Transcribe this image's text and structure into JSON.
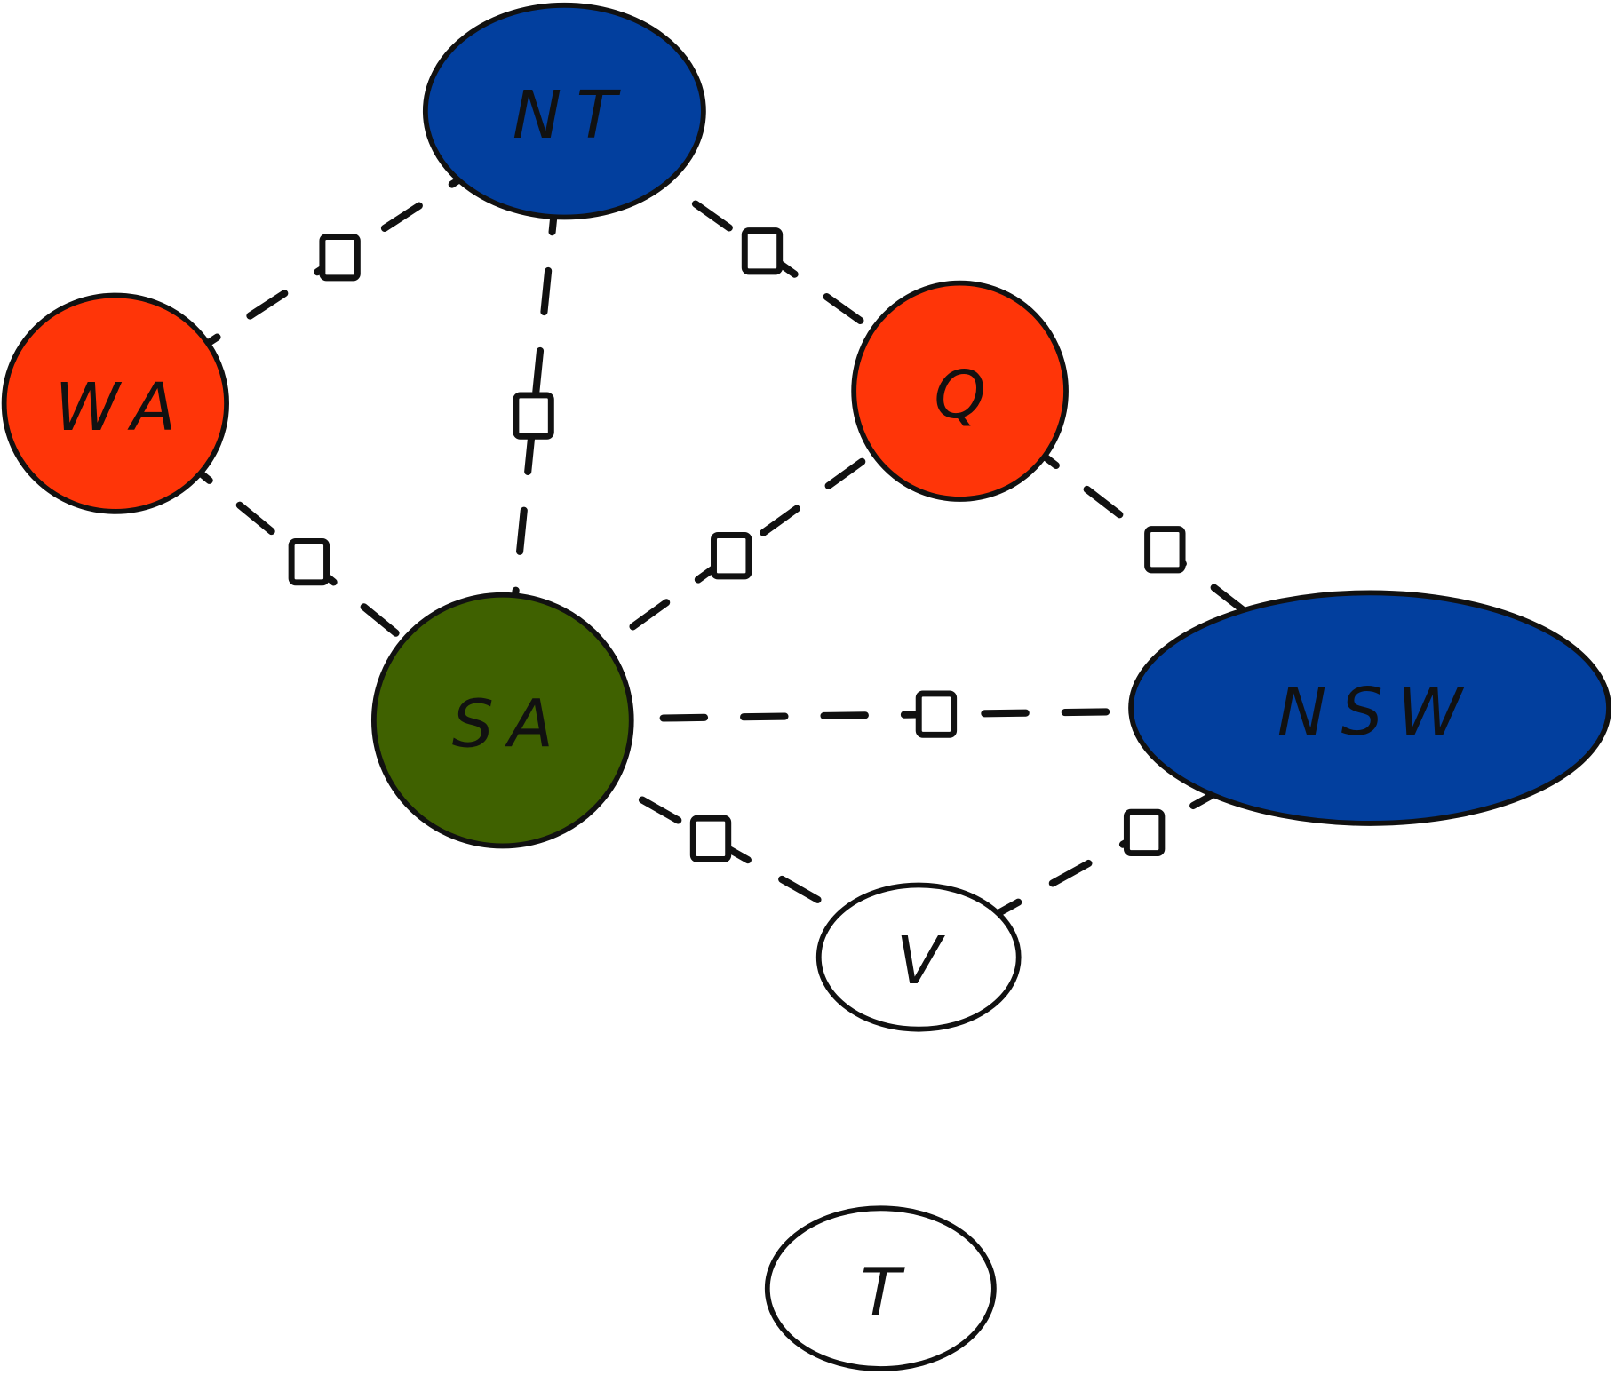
{
  "title": "Australia map-coloring constraint graph",
  "colors": {
    "blue": "#023F9E",
    "red": "#FF3508",
    "green": "#3F6100",
    "white": "#FFFFFF"
  },
  "nodes": [
    {
      "id": "NT",
      "label": "NT",
      "color": "#023F9E"
    },
    {
      "id": "WA",
      "label": "WA",
      "color": "#FF3508"
    },
    {
      "id": "Q",
      "label": "Q",
      "color": "#FF3508"
    },
    {
      "id": "SA",
      "label": "SA",
      "color": "#3F6100"
    },
    {
      "id": "NSW",
      "label": "NSW",
      "color": "#023F9E"
    },
    {
      "id": "V",
      "label": "V",
      "color": "#FFFFFF"
    },
    {
      "id": "T",
      "label": "T",
      "color": "#FFFFFF"
    }
  ],
  "edges": [
    [
      "WA",
      "NT"
    ],
    [
      "NT",
      "SA"
    ],
    [
      "NT",
      "Q"
    ],
    [
      "WA",
      "SA"
    ],
    [
      "SA",
      "Q"
    ],
    [
      "Q",
      "NSW"
    ],
    [
      "SA",
      "NSW"
    ],
    [
      "SA",
      "V"
    ],
    [
      "NSW",
      "V"
    ]
  ]
}
